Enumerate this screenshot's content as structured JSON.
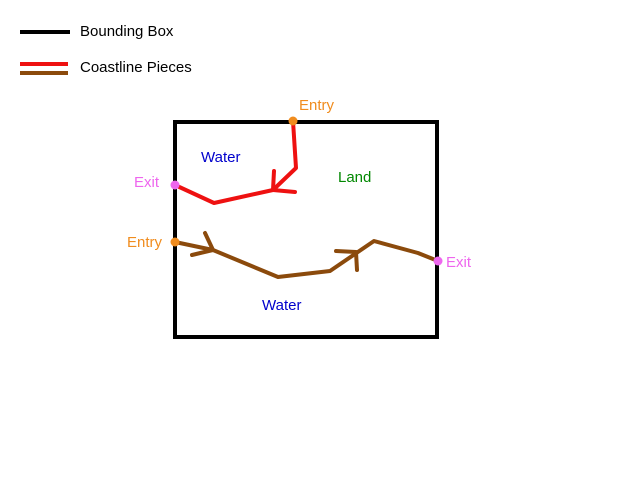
{
  "legend": {
    "bounding_box_label": "Bounding Box",
    "coastline_label": "Coastline Pieces"
  },
  "regions": {
    "water_top": "Water",
    "land": "Land",
    "water_bottom": "Water"
  },
  "markers": {
    "entry_top": "Entry",
    "exit_left": "Exit",
    "entry_left": "Entry",
    "exit_right": "Exit"
  },
  "colors": {
    "bounding_box": "#000000",
    "coastline_red": "#ee1111",
    "coastline_brown": "#8b4a0c",
    "water_text": "#0000cc",
    "land_text": "#008800",
    "entry": "#f08c1e",
    "exit": "#ee66ee",
    "legend_line_2": "#8b4a0c"
  }
}
